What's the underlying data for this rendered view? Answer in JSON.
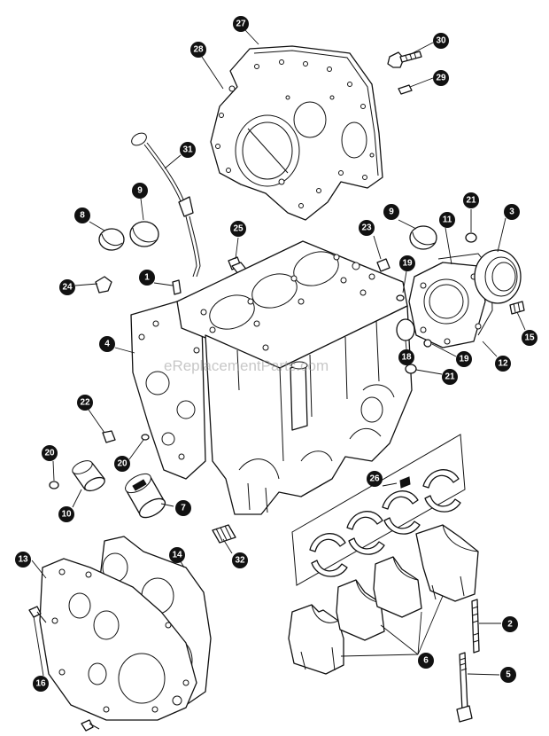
{
  "watermark": "eReplacementParts.com",
  "callouts": [
    {
      "label": "27"
    },
    {
      "label": "30"
    },
    {
      "label": "28"
    },
    {
      "label": "29"
    },
    {
      "label": "31"
    },
    {
      "label": "9"
    },
    {
      "label": "8"
    },
    {
      "label": "25"
    },
    {
      "label": "9"
    },
    {
      "label": "23"
    },
    {
      "label": "11"
    },
    {
      "label": "21"
    },
    {
      "label": "3"
    },
    {
      "label": "1"
    },
    {
      "label": "24"
    },
    {
      "label": "19"
    },
    {
      "label": "15"
    },
    {
      "label": "4"
    },
    {
      "label": "18"
    },
    {
      "label": "19"
    },
    {
      "label": "12"
    },
    {
      "label": "21"
    },
    {
      "label": "22"
    },
    {
      "label": "20"
    },
    {
      "label": "20"
    },
    {
      "label": "26"
    },
    {
      "label": "10"
    },
    {
      "label": "7"
    },
    {
      "label": "32"
    },
    {
      "label": "13"
    },
    {
      "label": "14"
    },
    {
      "label": "2"
    },
    {
      "label": "6"
    },
    {
      "label": "5"
    },
    {
      "label": "16"
    }
  ]
}
